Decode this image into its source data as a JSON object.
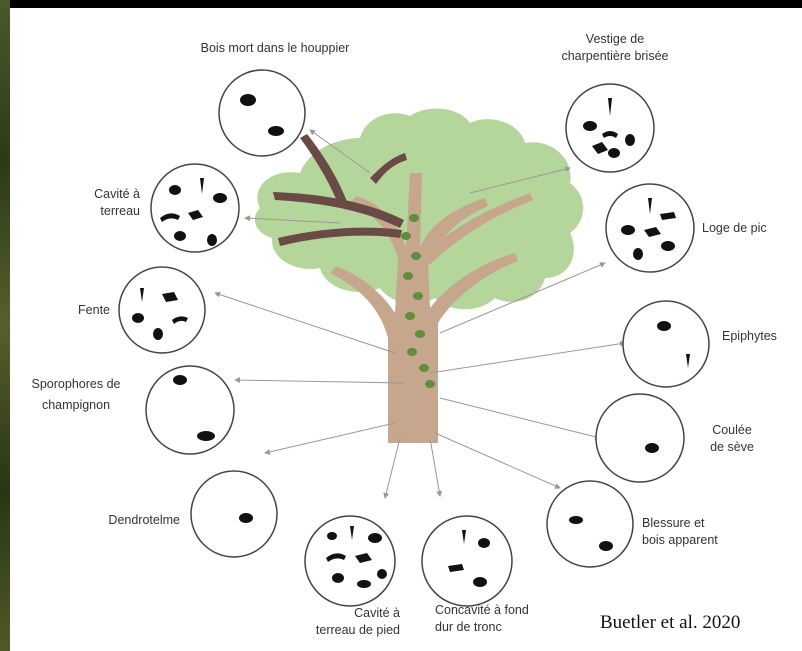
{
  "labels": {
    "bois_mort": "Bois mort dans le houppier",
    "vestige_1": "Vestige de",
    "vestige_2": "charpentière brisée",
    "cavite_terreau_1": "Cavité à",
    "cavite_terreau_2": "terreau",
    "loge_pic": "Loge de pic",
    "fente": "Fente",
    "epiphytes": "Epiphytes",
    "sporophores_1": "Sporophores de",
    "sporophores_2": "champignon",
    "coulee_1": "Coulée",
    "coulee_2": "de sève",
    "dendrotelme": "Dendrotelme",
    "blessure_1": "Blessure et",
    "blessure_2": "bois apparent",
    "cavite_pied_1": "Cavité à",
    "cavite_pied_2": "terreau de pied",
    "concavite_1": "Concavité à fond",
    "concavite_2": "dur de tronc"
  },
  "credit": "Buetler et al. 2020",
  "colors": {
    "canopy": "#b5d69a",
    "trunk": "#c6a68d",
    "branch_dead": "#6a4a44",
    "ivy": "#5f8f3a",
    "circle_stroke": "#444444",
    "arrow": "#999999",
    "organism": "#111111"
  }
}
